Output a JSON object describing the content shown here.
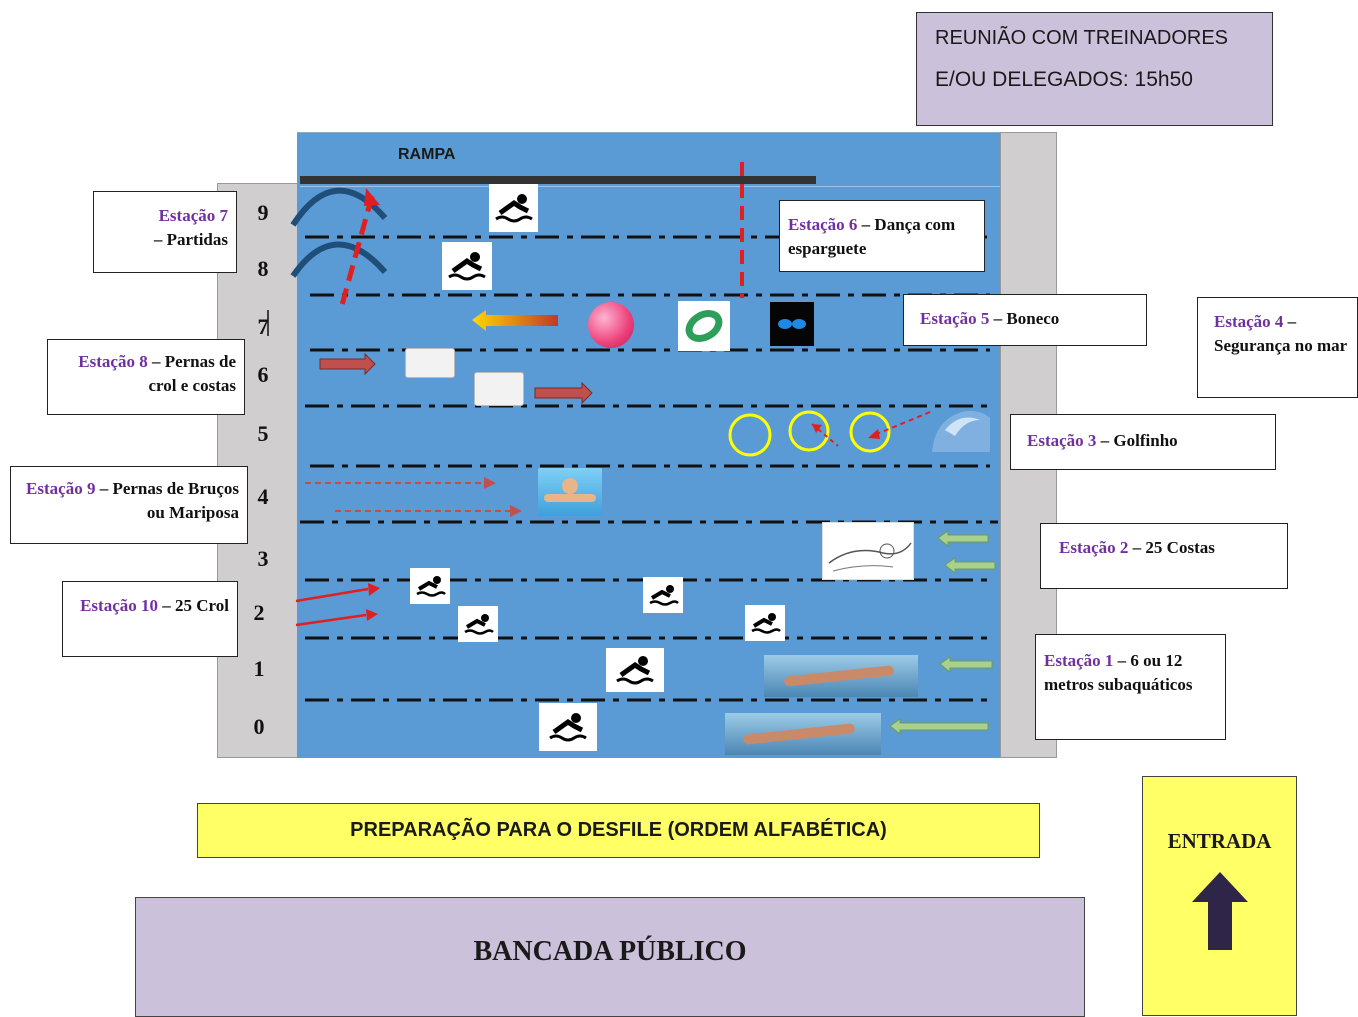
{
  "meeting": {
    "line1": "REUNIÃO COM TREINADORES",
    "line2": "E/OU DELEGADOS: 15h50"
  },
  "pool": {
    "ramp_label": "RAMPA",
    "lanes": [
      "9",
      "8",
      "7",
      "6",
      "5",
      "4",
      "3",
      "2",
      "1",
      "0"
    ]
  },
  "stations": {
    "s1": {
      "name": "Estação 1",
      "desc": "– 6 ou 12 metros subaquáticos"
    },
    "s2": {
      "name": "Estação 2",
      "desc": "– 25 Costas"
    },
    "s3": {
      "name": "Estação 3",
      "desc": "– Golfinho"
    },
    "s4": {
      "name": "Estação 4",
      "desc": "– Segurança no mar"
    },
    "s5": {
      "name": "Estação 5",
      "desc": "– Boneco"
    },
    "s6": {
      "name": "Estação 6",
      "desc": "– Dança com esparguete"
    },
    "s7": {
      "name": "Estação 7",
      "desc": "– Partidas"
    },
    "s8": {
      "name": "Estação 8",
      "desc": "– Pernas de crol e costas"
    },
    "s9": {
      "name": "Estação 9",
      "desc": "– Pernas de Bruços ou Mariposa"
    },
    "s10": {
      "name": "Estação 10",
      "desc": "– 25 Crol"
    }
  },
  "parade": "PREPARAÇÃO PARA O DESFILE (ORDEM ALFABÉTICA)",
  "stands": "BANCADA PÚBLICO",
  "entrance": "ENTRADA",
  "colors": {
    "pool": "#5b9bd5",
    "deck": "#d0cece",
    "station_name": "#7030a0",
    "meeting_bg": "#ccc1da",
    "parade_bg": "#ffff66",
    "entrance_bg": "#ffff66",
    "arrow_up": "#2f2548"
  },
  "icons": [
    "swimmer-icon",
    "ball-icon",
    "ring-icon",
    "goggles-icon",
    "kickboard-icon",
    "hoop-icon",
    "dolphin-icon",
    "starting-arc-icon",
    "arrow-icon"
  ]
}
